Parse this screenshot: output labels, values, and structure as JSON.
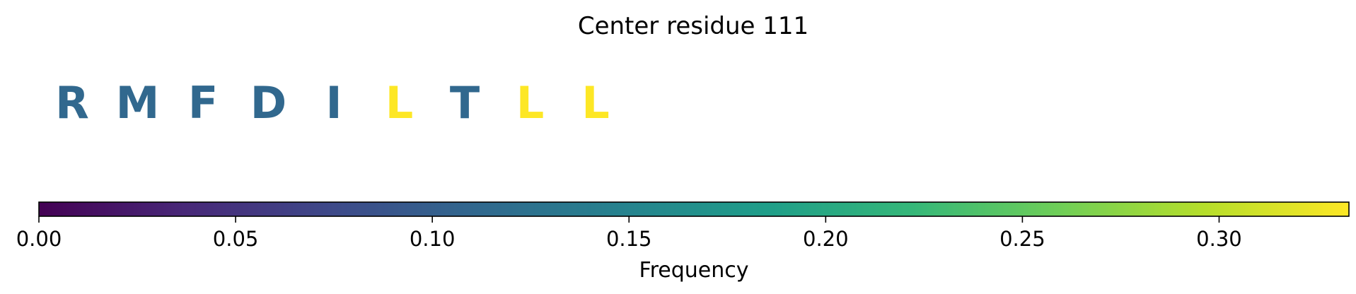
{
  "chart_data": {
    "type": "heatmap",
    "title": "Center residue 111",
    "residues": [
      {
        "letter": "R",
        "frequency": 0.111
      },
      {
        "letter": "M",
        "frequency": 0.111
      },
      {
        "letter": "F",
        "frequency": 0.111
      },
      {
        "letter": "D",
        "frequency": 0.111
      },
      {
        "letter": "I",
        "frequency": 0.111
      },
      {
        "letter": "L",
        "frequency": 0.333
      },
      {
        "letter": "T",
        "frequency": 0.111
      },
      {
        "letter": "L",
        "frequency": 0.333
      },
      {
        "letter": "L",
        "frequency": 0.333
      }
    ],
    "colorbar": {
      "label": "Frequency",
      "range": [
        0,
        0.333
      ],
      "ticks": [
        0.0,
        0.05,
        0.1,
        0.15,
        0.2,
        0.25,
        0.3
      ],
      "tick_labels": [
        "0.00",
        "0.05",
        "0.10",
        "0.15",
        "0.20",
        "0.25",
        "0.30"
      ],
      "colormap": "viridis",
      "orientation": "horizontal",
      "colormap_stops": [
        "#440154",
        "#482878",
        "#3e4989",
        "#31688e",
        "#26828e",
        "#1f9e89",
        "#35b779",
        "#6ece58",
        "#b5de2b",
        "#fde725"
      ]
    }
  }
}
